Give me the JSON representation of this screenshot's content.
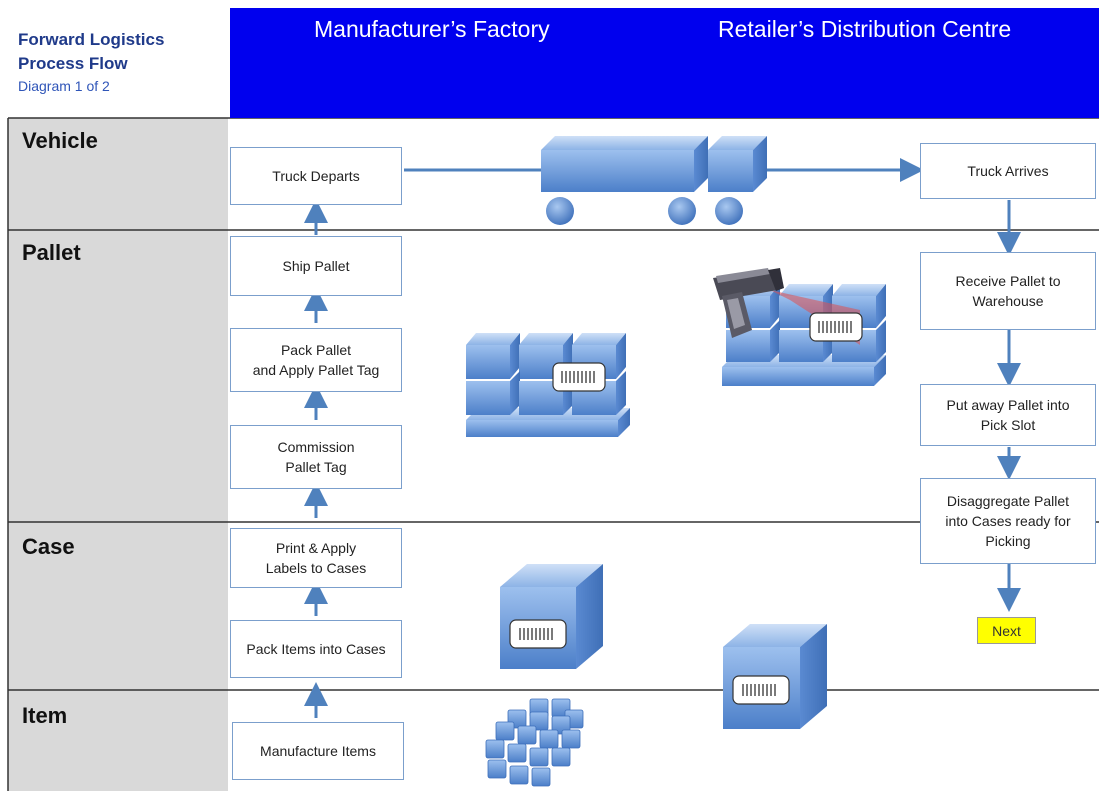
{
  "title": {
    "line1": "Forward Logistics",
    "line2": "Process Flow",
    "subtitle": "Diagram 1 of 2"
  },
  "regions": {
    "left": "Manufacturer’s Factory",
    "right": "Retailer’s Distribution Centre"
  },
  "lanes": [
    "Vehicle",
    "Pallet",
    "Case",
    "Item"
  ],
  "factory_steps": {
    "truck_departs": "Truck Departs",
    "ship_pallet": "Ship Pallet",
    "pack_pallet": "Pack Pallet\nand Apply Pallet Tag",
    "commission_tag": "Commission\nPallet Tag",
    "print_labels": "Print & Apply\nLabels to Cases",
    "pack_items": "Pack Items into Cases",
    "manufacture": "Manufacture Items"
  },
  "dc_steps": {
    "truck_arrives": "Truck Arrives",
    "receive_pallet": "Receive Pallet to\nWarehouse",
    "put_away": "Put away Pallet into\nPick Slot",
    "disaggregate": "Disaggregate Pallet\ninto Cases ready for\nPicking"
  },
  "next_label": "Next",
  "colors": {
    "header_blue": "#0000ee",
    "title_navy": "#1f3a8a",
    "box_blue": "#5b8fd6",
    "arrow": "#4f81bd",
    "next_yellow": "#ffff00"
  }
}
